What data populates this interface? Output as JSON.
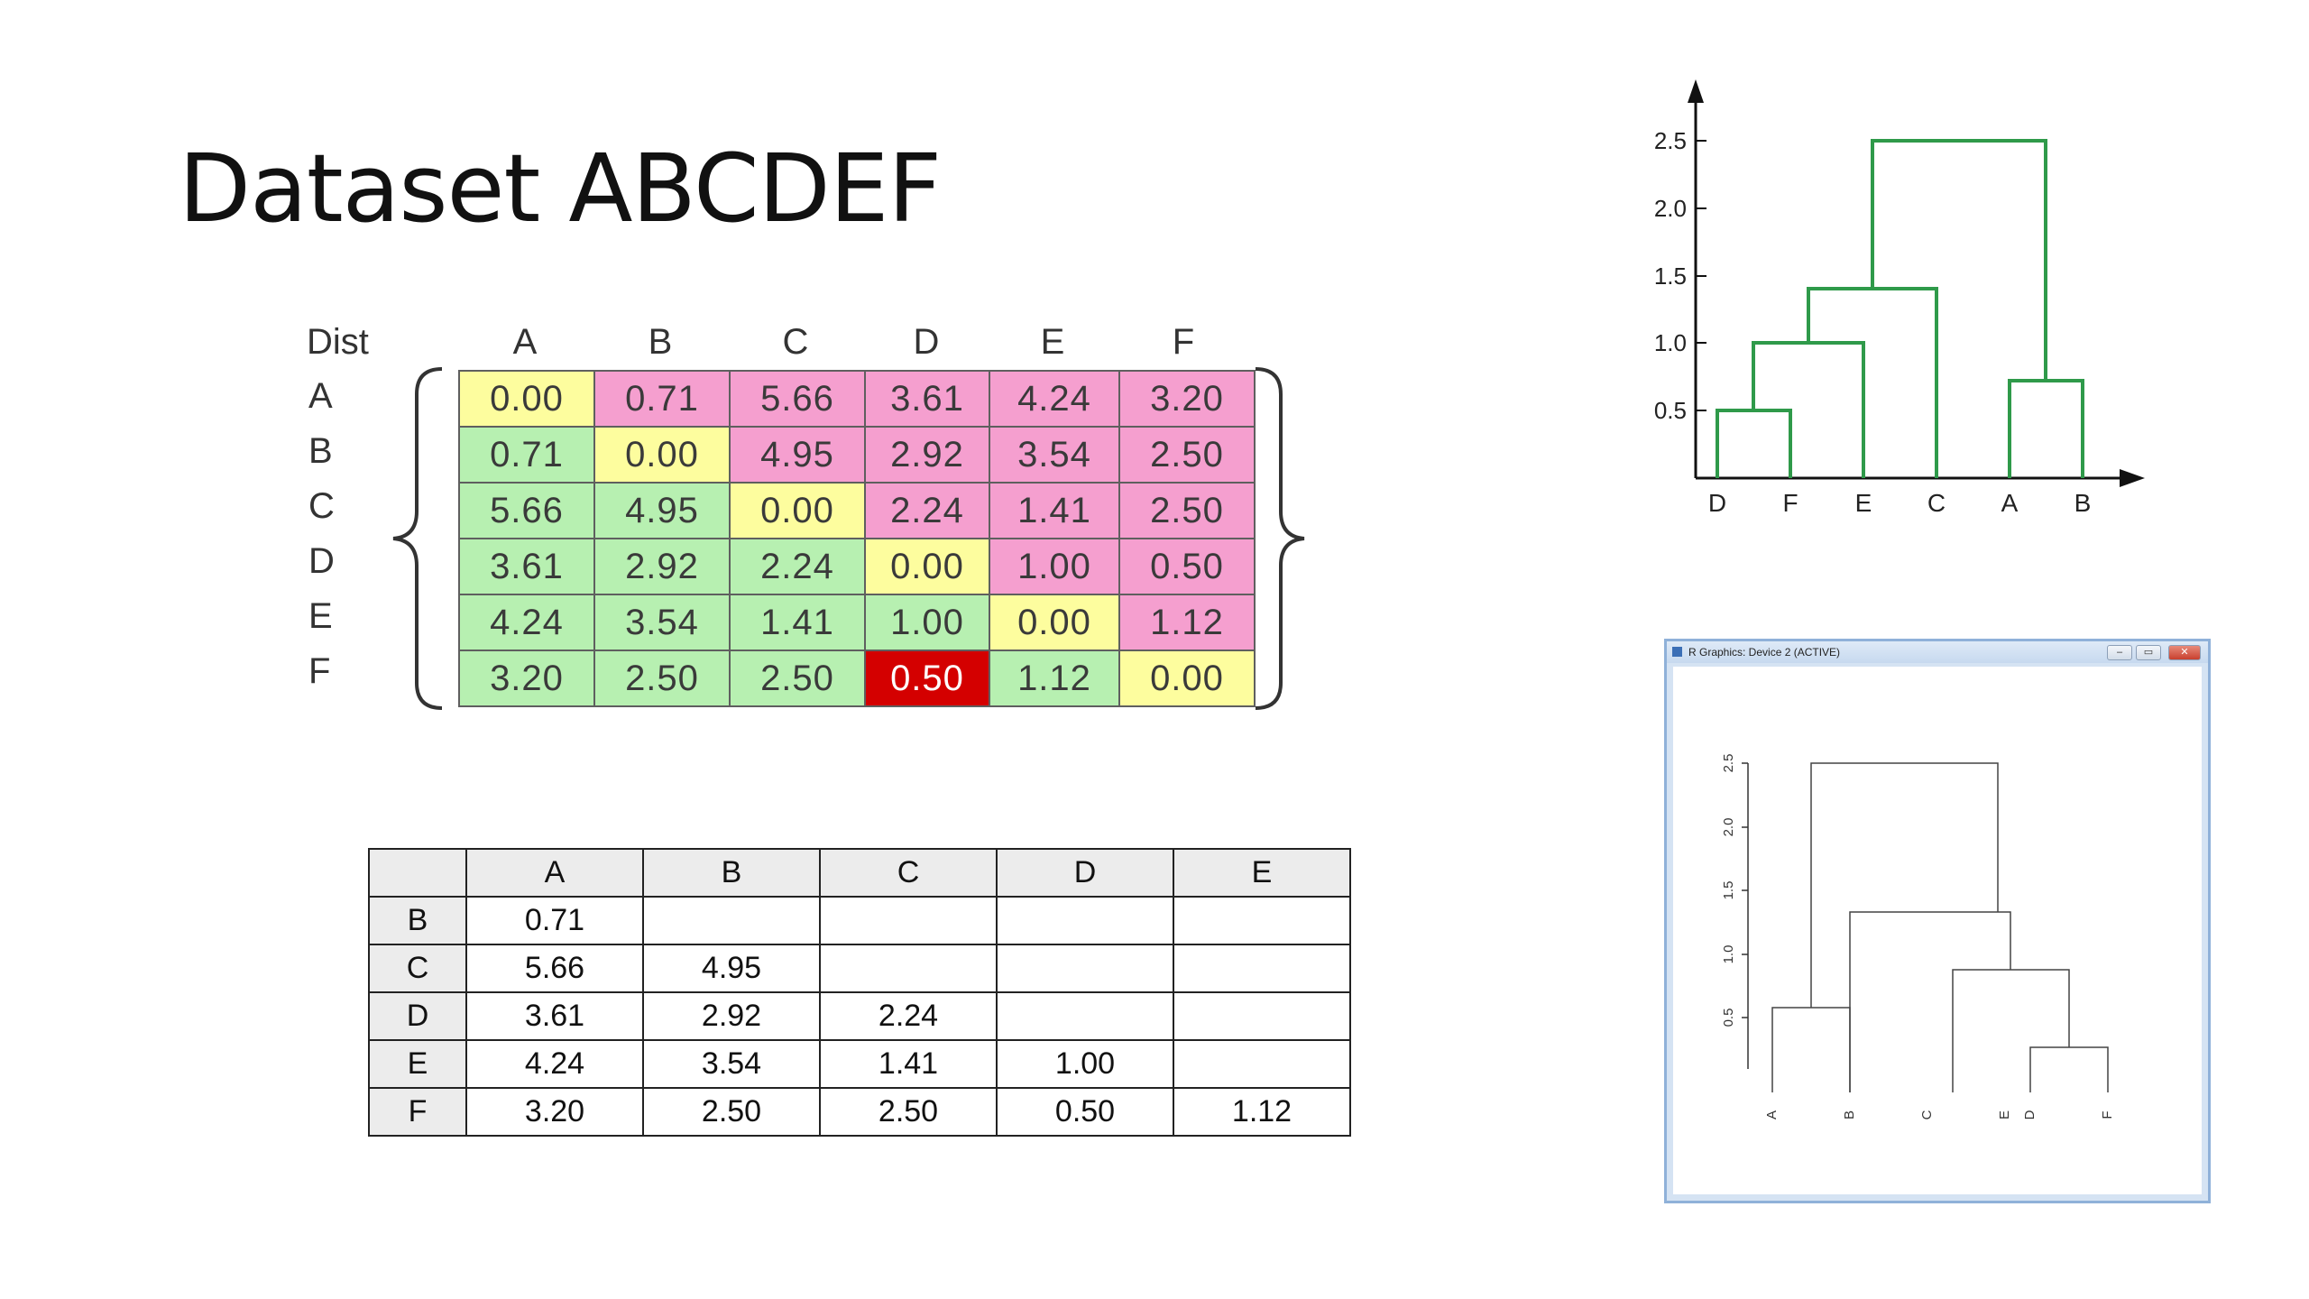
{
  "title": "Dataset ABCDEF",
  "matrix": {
    "corner": "Dist",
    "labels": [
      "A",
      "B",
      "C",
      "D",
      "E",
      "F"
    ],
    "values": [
      [
        "0.00",
        "0.71",
        "5.66",
        "3.61",
        "4.24",
        "3.20"
      ],
      [
        "0.71",
        "0.00",
        "4.95",
        "2.92",
        "3.54",
        "2.50"
      ],
      [
        "5.66",
        "4.95",
        "0.00",
        "2.24",
        "1.41",
        "2.50"
      ],
      [
        "3.61",
        "2.92",
        "2.24",
        "0.00",
        "1.00",
        "0.50"
      ],
      [
        "4.24",
        "3.54",
        "1.41",
        "1.00",
        "0.00",
        "1.12"
      ],
      [
        "3.20",
        "2.50",
        "2.50",
        "0.50",
        "1.12",
        "0.00"
      ]
    ],
    "colors": {
      "diagonal": "#fdfd9e",
      "upper": "#f59fcf",
      "lower": "#b7f0b1",
      "highlight": "#d40000"
    },
    "highlight_cell": {
      "row": 5,
      "col": 3
    }
  },
  "lower_table": {
    "columns": [
      "A",
      "B",
      "C",
      "D",
      "E"
    ],
    "rows": [
      {
        "label": "B",
        "values": [
          "0.71",
          "",
          "",
          "",
          ""
        ]
      },
      {
        "label": "C",
        "values": [
          "5.66",
          "4.95",
          "",
          "",
          ""
        ]
      },
      {
        "label": "D",
        "values": [
          "3.61",
          "2.92",
          "2.24",
          "",
          ""
        ]
      },
      {
        "label": "E",
        "values": [
          "4.24",
          "3.54",
          "1.41",
          "1.00",
          ""
        ]
      },
      {
        "label": "F",
        "values": [
          "3.20",
          "2.50",
          "2.50",
          "0.50",
          "1.12"
        ]
      }
    ]
  },
  "dendrogram_green": {
    "y_ticks": [
      "2.5",
      "2.0",
      "1.5",
      "1.0",
      "0.5"
    ],
    "leaves": [
      "D",
      "F",
      "E",
      "C",
      "A",
      "B"
    ],
    "color": "#2f9a4a",
    "merges": [
      {
        "left": "D",
        "right": "F",
        "height": 0.5
      },
      {
        "left": "DF",
        "right": "E",
        "height": 1.0
      },
      {
        "left": "DFE",
        "right": "C",
        "height": 1.41
      },
      {
        "left": "A",
        "right": "B",
        "height": 0.71
      },
      {
        "left": "DFEC",
        "right": "AB",
        "height": 2.5
      }
    ]
  },
  "r_window": {
    "title": "R Graphics: Device 2 (ACTIVE)",
    "y_ticks": [
      "2.5",
      "2.0",
      "1.5",
      "1.0",
      "0.5"
    ],
    "leaves": [
      "A",
      "B",
      "C",
      "E",
      "D",
      "F"
    ]
  }
}
